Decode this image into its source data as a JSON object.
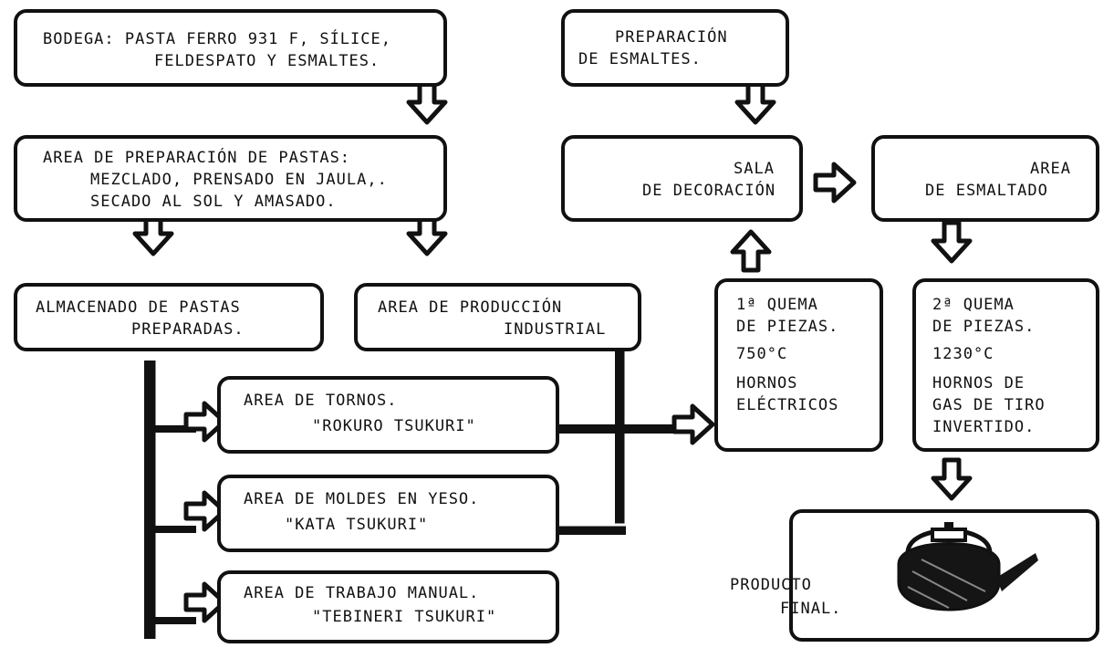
{
  "boxes": {
    "bodega": {
      "l1": "BODEGA: PASTA FERRO 931 F, SÍLICE,",
      "l2": "FELDESPATO Y ESMALTES."
    },
    "preparacion_pastas": {
      "l1": "AREA DE PREPARACIÓN DE PASTAS:",
      "l2": "MEZCLADO, PRENSADO EN JAULA,.",
      "l3": "SECADO AL SOL Y AMASADO."
    },
    "almacenado": {
      "l1": "ALMACENADO DE PASTAS",
      "l2": "PREPARADAS."
    },
    "produccion": {
      "l1": "AREA DE PRODUCCIÓN",
      "l2": "INDUSTRIAL"
    },
    "tornos": {
      "l1": "AREA DE TORNOS.",
      "l2": "\"ROKURO TSUKURI\""
    },
    "moldes": {
      "l1": "AREA DE MOLDES EN YESO.",
      "l2": "\"KATA TSUKURI\""
    },
    "manual": {
      "l1": "AREA DE TRABAJO MANUAL.",
      "l2": "\"TEBINERI TSUKURI\""
    },
    "prep_esmaltes": {
      "l1": "PREPARACIÓN",
      "l2": "DE ESMALTES."
    },
    "decoracion": {
      "l1": "SALA",
      "l2": "DE DECORACIÓN"
    },
    "esmaltado": {
      "l1": "AREA",
      "l2": "DE ESMALTADO"
    },
    "quema1": {
      "l1": "1ª QUEMA",
      "l2": "DE PIEZAS.",
      "l3": "750°C",
      "l4": "HORNOS",
      "l5": "ELÉCTRICOS"
    },
    "quema2": {
      "l1": "2ª QUEMA",
      "l2": "DE PIEZAS.",
      "l3": "1230°C",
      "l4": "HORNOS DE",
      "l5": "GAS DE TIRO",
      "l6": "INVERTIDO."
    }
  },
  "producto": {
    "l1": "PRODUCTO",
    "l2": "FINAL."
  },
  "icons": {
    "final_product": "teapot-icon",
    "flow_arrows": "thick-arrow-icon"
  },
  "colors": {
    "ink": "#111111",
    "paper": "#ffffff"
  }
}
